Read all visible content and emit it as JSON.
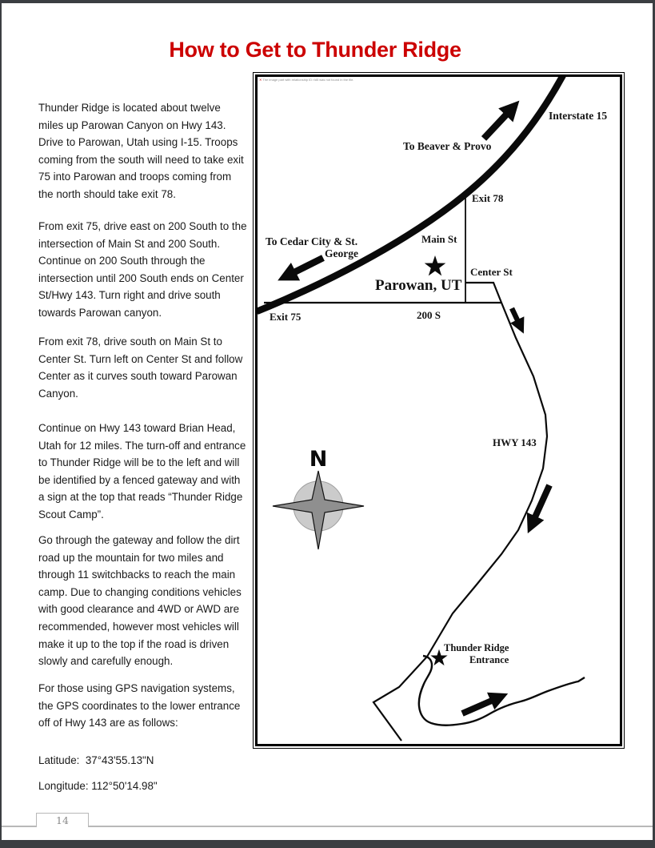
{
  "page": {
    "title": "How to Get to Thunder Ridge",
    "page_number": "14"
  },
  "directions": {
    "paragraphs": [
      "Thunder Ridge is located about twelve miles up Parowan Canyon on Hwy 143. Drive to Parowan, Utah using I-15. Troops coming from the south will need to take exit 75 into Parowan and troops coming from the north should take exit 78.",
      "From exit 75, drive east on 200 South to the intersection of Main St and 200 South. Continue on 200 South through the intersection until 200 South ends on Center St/Hwy 143. Turn right and drive south towards Parowan canyon.",
      "From exit 78, drive south on Main St to Center St. Turn left on Center St and follow Center as it curves south toward Parowan Canyon.",
      "Continue on Hwy 143 toward Brian Head, Utah for 12 miles. The turn-off and entrance to Thunder Ridge will be to the left and will be identified by a fenced gateway and with a sign at the top that reads “Thunder Ridge Scout Camp”.",
      "Go through the gateway and follow the dirt road up the mountain for two miles and through 11 switchbacks to reach the main camp. Due to changing conditions vehicles with good clearance and 4WD or AWD are recommended, however most vehicles will make it up to the top if the road is driven slowly and carefully enough.",
      "For those using GPS navigation systems, the GPS coordinates to the lower entrance off of Hwy 143 are as follows:"
    ],
    "gps_latitude": "Latitude:  37°43'55.13\"N",
    "gps_longitude": "Longitude: 112°50'14.98\""
  },
  "map": {
    "missing_image_notice": "The image part with relationship ID rId5 was not found in the file.",
    "labels": {
      "interstate_15": "Interstate 15",
      "to_beaver_provo": "To Beaver & Provo",
      "exit_78": "Exit 78",
      "main_st": "Main St",
      "to_cedar_city_line1": "To Cedar City & St.",
      "to_cedar_city_line2": "George",
      "center_st": "Center St",
      "parowan": "Parowan, UT",
      "exit_75": "Exit 75",
      "s_200": "200 S",
      "hwy_143": "HWY 143",
      "thunder_ridge_line1": "Thunder Ridge",
      "thunder_ridge_line2": "Entrance",
      "compass_north": "N"
    },
    "colors": {
      "road": "#0a0a0a",
      "compass_circle": "#cbcbcb",
      "compass_star": "#8f8f8f"
    }
  },
  "theme": {
    "title_color": "#cc0000",
    "frame_color": "#3b3e42",
    "footer_line_color": "#b8b8b8",
    "page_number_color": "#8a8a8a"
  }
}
